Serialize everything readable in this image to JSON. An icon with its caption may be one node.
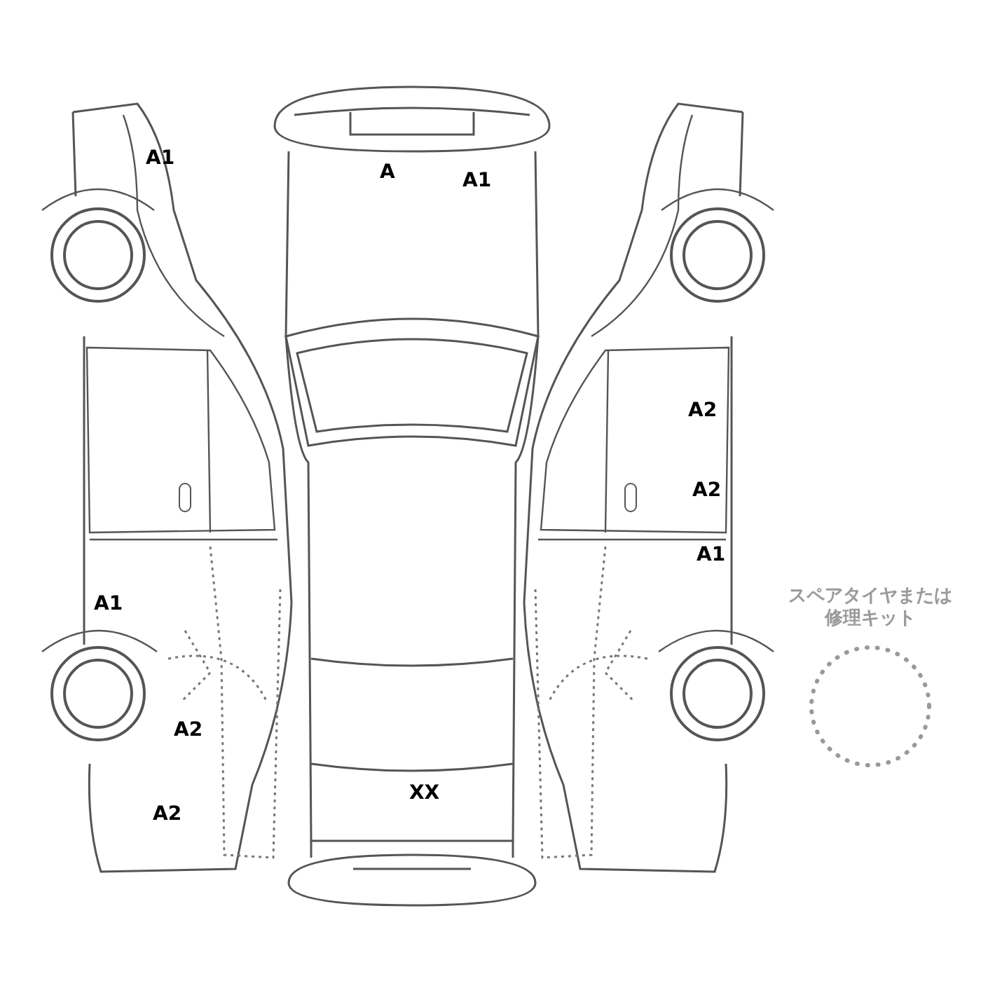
{
  "diagram": {
    "nodes": [
      {
        "text": [
          "スペアタイヤまたは修理キット"
        ]
      }
    ],
    "labels": [
      "A1",
      "A",
      "A1",
      "A2",
      "A2",
      "A1",
      "A1",
      "A2",
      "XX",
      "A2"
    ]
  }
}
